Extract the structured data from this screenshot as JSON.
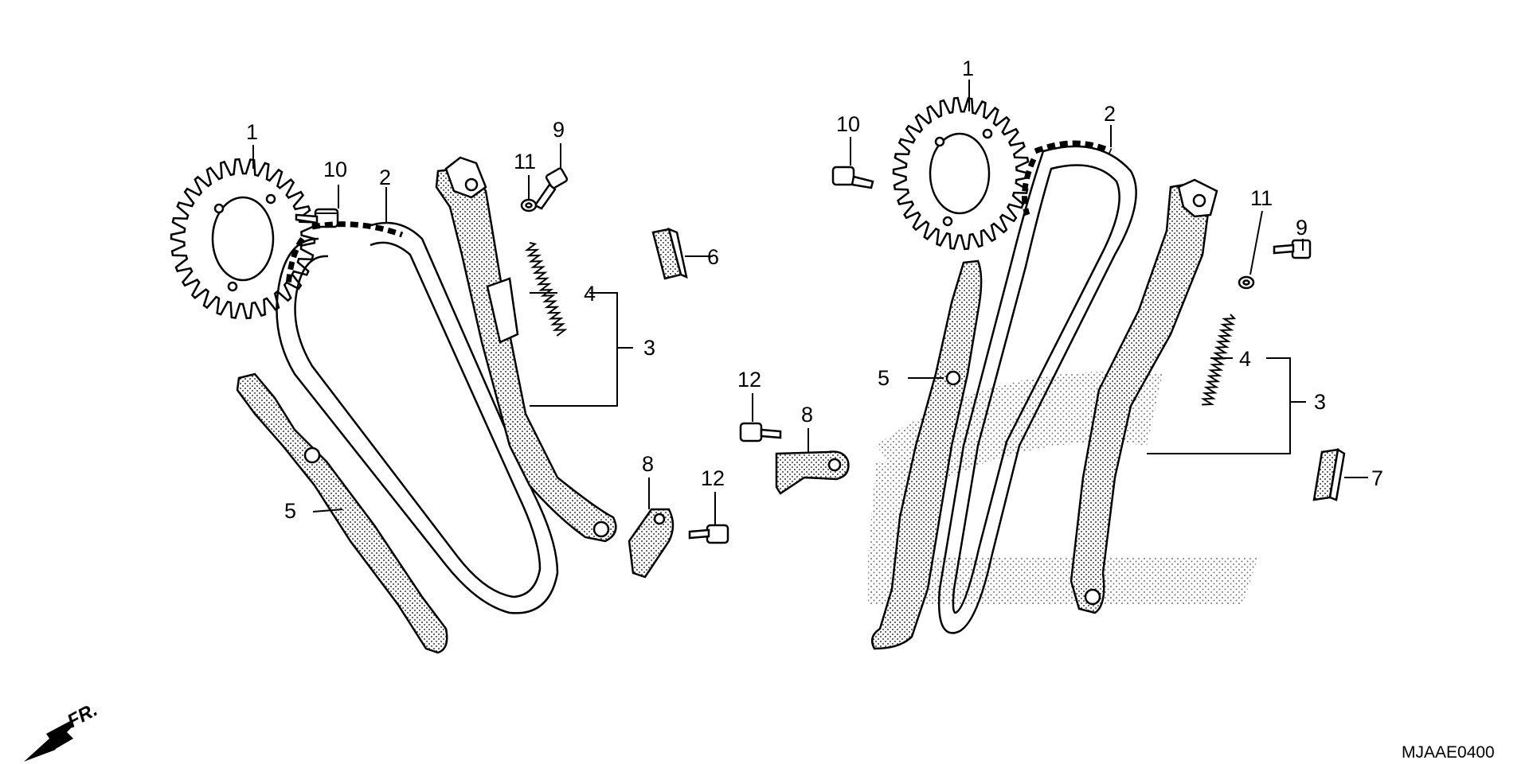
{
  "diagram_code": "MJAAE0400",
  "front_indicator": "FR.",
  "callouts": [
    {
      "id": "L1",
      "text": "1"
    },
    {
      "id": "L2",
      "text": "2"
    },
    {
      "id": "L3",
      "text": "3"
    },
    {
      "id": "L4",
      "text": "4"
    },
    {
      "id": "L5",
      "text": "5"
    },
    {
      "id": "L6",
      "text": "6"
    },
    {
      "id": "L8a",
      "text": "8"
    },
    {
      "id": "L8b",
      "text": "8"
    },
    {
      "id": "L9",
      "text": "9"
    },
    {
      "id": "L10",
      "text": "10"
    },
    {
      "id": "L11",
      "text": "11"
    },
    {
      "id": "L12a",
      "text": "12"
    },
    {
      "id": "L12b",
      "text": "12"
    },
    {
      "id": "R1",
      "text": "1"
    },
    {
      "id": "R2",
      "text": "2"
    },
    {
      "id": "R3",
      "text": "3"
    },
    {
      "id": "R4",
      "text": "4"
    },
    {
      "id": "R5",
      "text": "5"
    },
    {
      "id": "R7",
      "text": "7"
    },
    {
      "id": "R9",
      "text": "9"
    },
    {
      "id": "R10",
      "text": "10"
    },
    {
      "id": "R11",
      "text": "11"
    }
  ]
}
